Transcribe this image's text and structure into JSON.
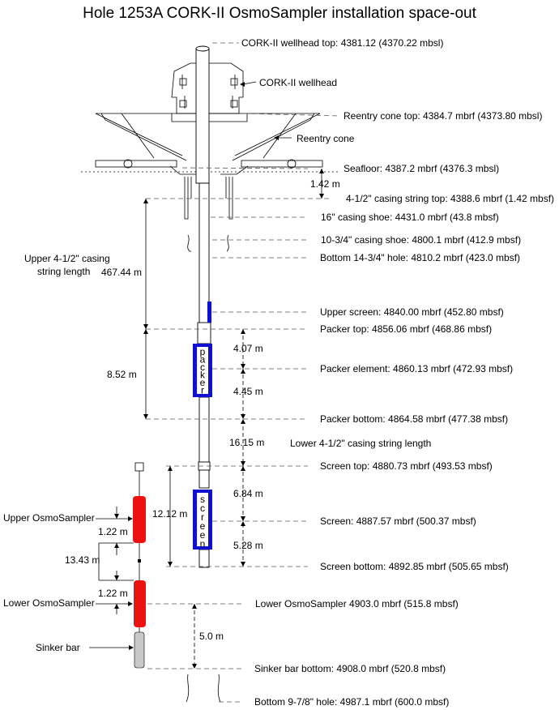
{
  "title": "Hole 1253A CORK-II OsmoSampler installation space-out",
  "labels": {
    "wellhead_top": "CORK-II wellhead top: 4381.12 (4370.22 mbsl)",
    "wellhead": "CORK-II wellhead",
    "reentry_top": "Reentry cone top: 4384.7 mbrf (4373.80 mbsl)",
    "reentry_cone": "Reentry cone",
    "seafloor": "Seafloor: 4387.2 mbrf (4376.3 mbsl)",
    "casing_top": "4-1/2\" casing string top: 4388.6 mbrf (1.42 mbsf)",
    "shoe16": "16\" casing shoe: 4431.0 mbrf (43.8 mbsf)",
    "shoe1034": "10-3/4\" casing shoe: 4800.1 mbrf (412.9 mbsf)",
    "bottom1434": "Bottom 14-3/4\" hole: 4810.2 mbrf (423.0 mbsf)",
    "upper_screen": "Upper screen: 4840.00 mbrf (452.80 mbsf)",
    "packer_top": "Packer top: 4856.06 mbrf (468.86 mbsf)",
    "packer_element": "Packer element: 4860.13 mbrf (472.93 mbsf)",
    "packer_bottom": "Packer bottom: 4864.58 mbrf (477.38 mbsf)",
    "lower_string": "Lower 4-1/2\" casing string length",
    "screen_top": "Screen top: 4880.73 mbrf (493.53 mbsf)",
    "screen": "Screen: 4887.57 mbrf (500.37 mbsf)",
    "screen_bottom": "Screen bottom: 4892.85 mbrf (505.65 mbsf)",
    "lower_osmo": "Lower OsmoSampler 4903.0 mbrf (515.8 mbsf)",
    "sinker_bottom": "Sinker bar bottom: 4908.0 mbrf (520.8 mbsf)",
    "bottom978": "Bottom 9-7/8\" hole: 4987.1 mbrf (600.0 mbsf)",
    "upper_string_1": "Upper 4-1/2\" casing",
    "upper_string_2": "string length",
    "upper_osmo": "Upper OsmoSampler",
    "lower_osmo_side": "Lower OsmoSampler",
    "sinker_bar": "Sinker bar"
  },
  "dims": {
    "d142": "1.42 m",
    "d46744": "467.44 m",
    "d407": "4.07 m",
    "d852": "8.52 m",
    "d445": "4.45 m",
    "d1615": "16.15 m",
    "d684": "6.84 m",
    "d1212": "12.12 m",
    "d122a": "1.22 m",
    "d528": "5.28 m",
    "d1343": "13.43 m",
    "d122b": "1.22 m",
    "d50": "5.0 m"
  },
  "packer_letters": [
    "p",
    "a",
    "c",
    "k",
    "e",
    "r"
  ],
  "screen_letters": [
    "s",
    "c",
    "r",
    "e",
    "e",
    "n"
  ],
  "colors": {
    "blue": "#1010d0",
    "red": "#ee1111",
    "gray": "#c8c8c8"
  }
}
